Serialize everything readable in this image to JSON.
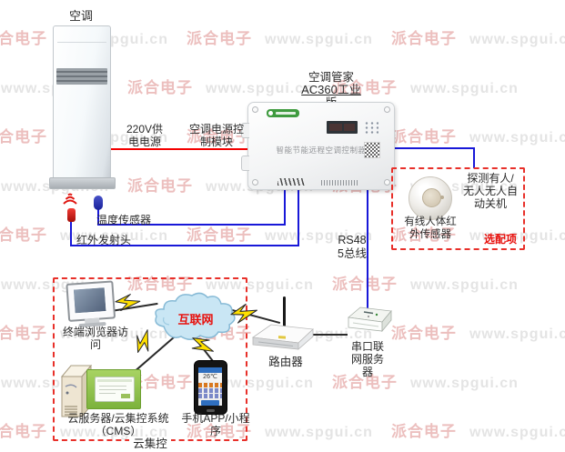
{
  "watermark": {
    "cjk": "派合电子",
    "url": "www.spgui.cn"
  },
  "labels": {
    "ac_unit": "空调",
    "power_supply": "220V供电电源",
    "power_module": "空调电源控制模块",
    "controller_name_l1": "空调管家",
    "controller_name_l2": "AC360工业",
    "controller_name_l3": "版",
    "controller_device": "智能节能远程空调控制器",
    "temp_sensor": "温度传感器",
    "ir_emitter": "红外发射头",
    "rs485": "RS485总线",
    "pir_desc1": "探测有人/无人",
    "pir_desc2": "无人自动关机",
    "pir_sensor": "有线人体红外传感器",
    "pir_optional": "选配项",
    "router": "路由器",
    "serial_server": "串口联网服务器",
    "internet": "互联网",
    "terminal": "终端浏览器访问",
    "cloud_server": "云服务器/云集控系统",
    "cloud_server_cms": "（CMS）",
    "phone_app": "手机APP/小程序",
    "cloud_group": "云集控",
    "phone_temp": "26℃"
  },
  "colors": {
    "wire_blue": "#1818d8",
    "power_red": "#f40000",
    "dashed_red": "#e8302a",
    "accent_red_text": "#e8100c",
    "cloud_blue": "#c9e6f4",
    "bolt_yellow": "#ffe000",
    "screen_green": "#7cb23c"
  }
}
